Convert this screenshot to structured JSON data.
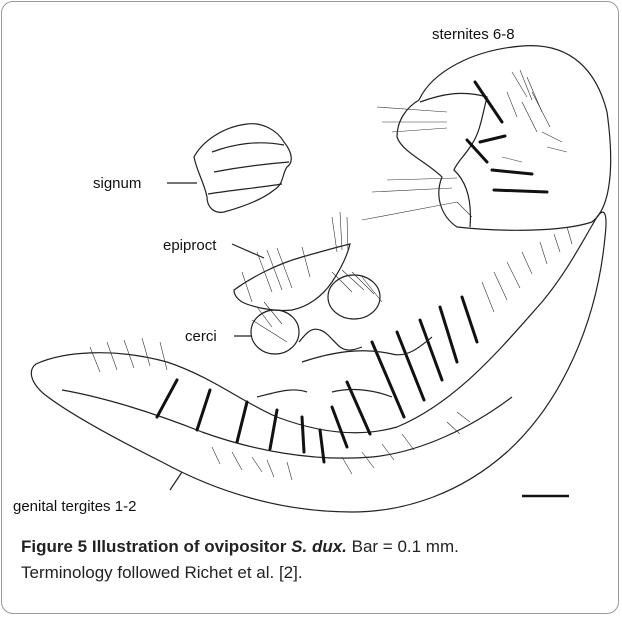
{
  "labels": {
    "sternites": "sternites 6-8",
    "signum": "signum",
    "epiproct": "epiproct",
    "cerci": "cerci",
    "genital_tergites": "genital tergites 1-2"
  },
  "caption": {
    "figure_label": "Figure 5",
    "title_pre": "Illustration of ovipositor",
    "species": "S. dux.",
    "bar_text": "Bar = 0.1 mm.",
    "line2": "Terminology followed Richet et al. [2]."
  }
}
